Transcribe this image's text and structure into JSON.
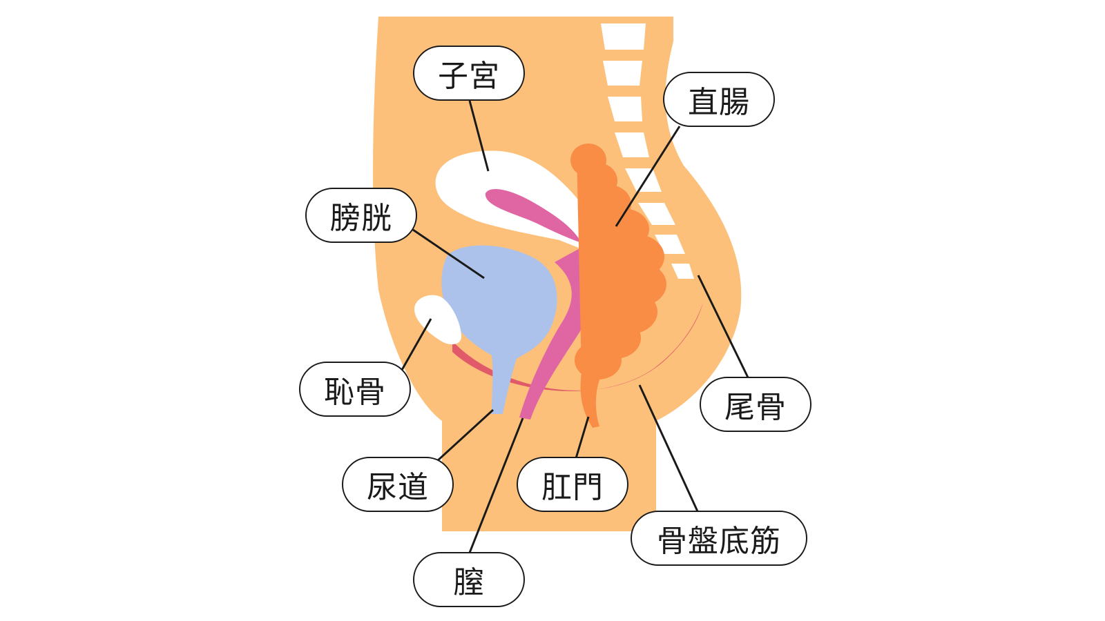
{
  "labels": {
    "uterus": "子宮",
    "rectum": "直腸",
    "bladder": "膀胱",
    "pubic_bone": "恥骨",
    "coccyx": "尾骨",
    "urethra": "尿道",
    "anus": "肛門",
    "pelvic_floor": "骨盤底筋",
    "vagina": "膣"
  },
  "colors": {
    "body": "#fcc07a",
    "bone": "#ffffff",
    "bladder": "#adc2ea",
    "uterus_vagina": "#e066a3",
    "rectum": "#f98d45",
    "pelvic_floor_muscle": "#e05a6a",
    "leader_line": "#1a1a1a"
  }
}
